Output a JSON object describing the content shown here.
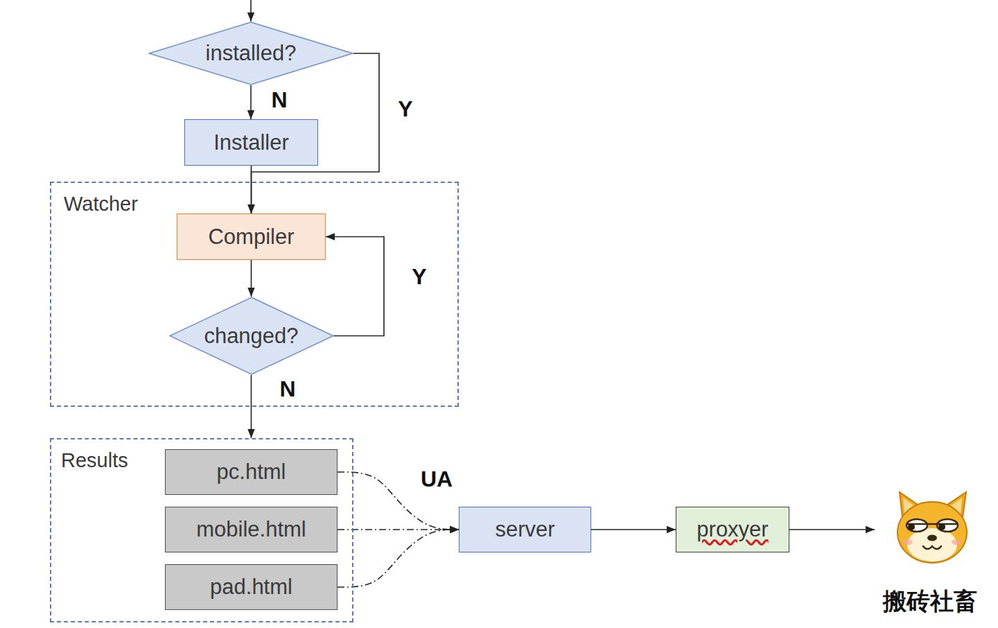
{
  "diagram": {
    "nodes": [
      {
        "text": [
          "installed?"
        ]
      },
      {
        "text": [
          "Installer"
        ]
      },
      {
        "text": [
          "Watcher"
        ]
      },
      {
        "text": [
          "Compiler"
        ],
        "in": 2
      },
      {
        "text": [
          "changed?"
        ],
        "in": 2
      },
      {
        "text": [
          "Results"
        ]
      },
      {
        "text": [
          "pc.html"
        ],
        "in": 5
      },
      {
        "text": [
          "mobile.html"
        ],
        "in": 5
      },
      {
        "text": [
          "pad.html"
        ],
        "in": 5
      },
      {
        "text": [
          "server"
        ]
      },
      {
        "text": [
          "proxyer"
        ]
      },
      {
        "text": [
          "搬砖社畜"
        ]
      }
    ],
    "edges": [
      {
        "from": 0,
        "to": 1,
        "arrow": "to",
        "label": "N"
      },
      {
        "from": 0,
        "to": 3,
        "arrow": "to",
        "label": "Y"
      },
      {
        "from": 1,
        "to": 3,
        "arrow": "to"
      },
      {
        "from": 3,
        "to": 4,
        "arrow": "to"
      },
      {
        "from": 4,
        "to": 3,
        "arrow": "to",
        "label": "Y"
      },
      {
        "from": 4,
        "to": 5,
        "arrow": "to",
        "label": "N"
      },
      {
        "from": 6,
        "to": 9,
        "arrow": "to"
      },
      {
        "from": 7,
        "to": 9,
        "arrow": "to",
        "label": "UA"
      },
      {
        "from": 8,
        "to": 9,
        "arrow": "to"
      },
      {
        "from": 9,
        "to": 10,
        "arrow": "to"
      },
      {
        "from": 10,
        "to": 11,
        "arrow": "to"
      }
    ]
  }
}
